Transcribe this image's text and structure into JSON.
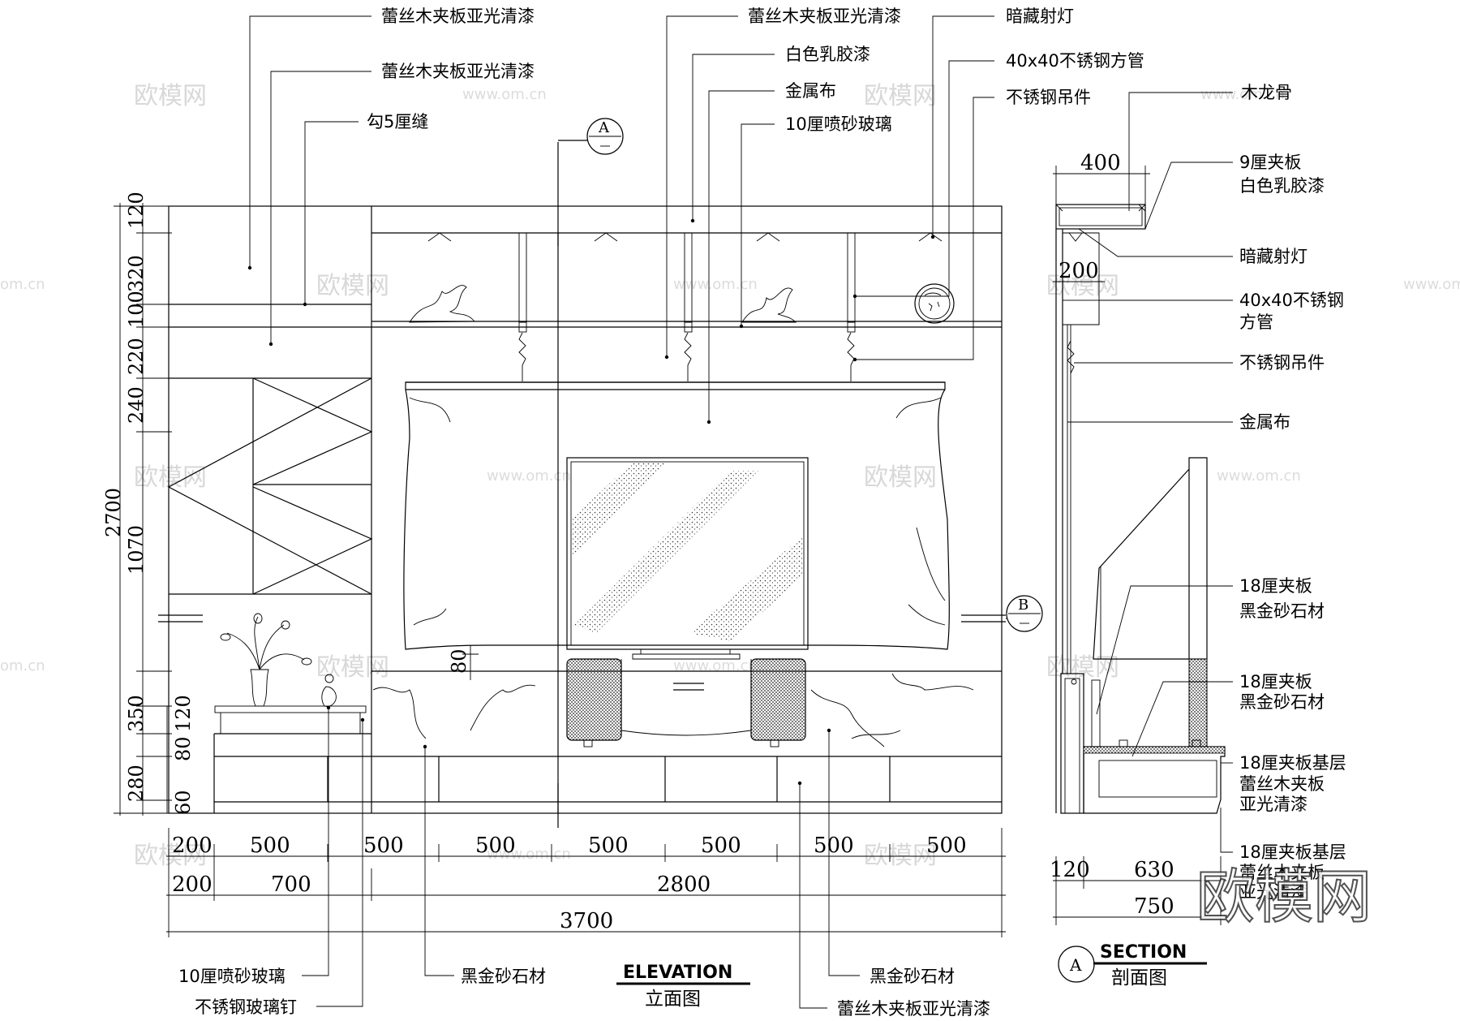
{
  "elevation": {
    "title_en": "ELEVATION",
    "title_cn": "立面图",
    "top_labels": [
      "蕾丝木夹板亚光清漆",
      "蕾丝木夹板亚光清漆",
      "勾5厘缝",
      "蕾丝木夹板亚光清漆",
      "白色乳胶漆",
      "金属布",
      "10厘喷砂玻璃",
      "暗藏射灯",
      "40x40不锈钢方管",
      "不锈钢吊件"
    ],
    "bottom_labels": [
      "10厘喷砂玻璃",
      "不锈钢玻璃钉",
      "黑金砂石材",
      "黑金砂石材",
      "蕾丝木夹板亚光清漆"
    ],
    "section_marks": [
      "A",
      "B"
    ],
    "vertical_dims": [
      "120",
      "320",
      "100",
      "220",
      "240",
      "2700",
      "1070",
      "350",
      "120",
      "80",
      "280",
      "60"
    ],
    "inner_dim": "80",
    "horizontal_dims_row1": [
      "200",
      "500",
      "500",
      "500",
      "500",
      "500",
      "500",
      "500"
    ],
    "horizontal_dims_row2": [
      "200",
      "700",
      "2800"
    ],
    "horizontal_dims_row3": [
      "3700"
    ]
  },
  "section": {
    "title_en": "SECTION",
    "title_cn": "剖面图",
    "mark": "A",
    "top_dim": "400",
    "mid_dim": "200",
    "bottom_dims_row1": [
      "120",
      "630"
    ],
    "bottom_dims_row2": [
      "750"
    ],
    "labels": [
      "木龙骨",
      "9厘夹板",
      "白色乳胶漆",
      "暗藏射灯",
      "40x40不锈钢",
      "方管",
      "不锈钢吊件",
      "金属布",
      "18厘夹板",
      "黑金砂石材",
      "18厘夹板",
      "黑金砂石材",
      "18厘夹板基层",
      "蕾丝木夹板",
      "亚光清漆",
      "18厘夹板基层",
      "蕾丝木夹板",
      "亚光清漆"
    ]
  },
  "watermarks": {
    "brand": "欧模网",
    "site": "www.om.cn",
    "site_short": "om.cn",
    "logo": "欧模网"
  }
}
